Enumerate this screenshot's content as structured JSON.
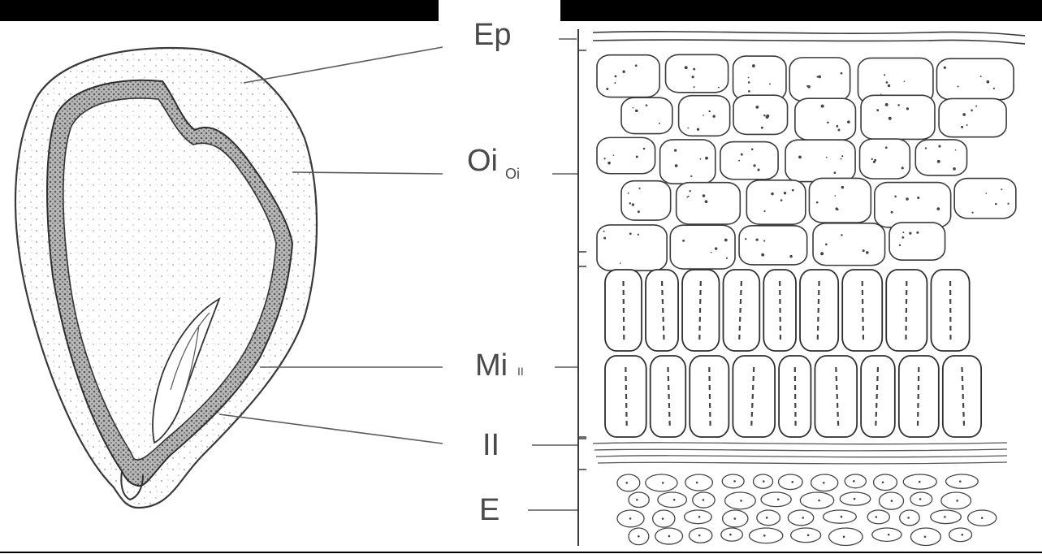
{
  "labels": {
    "ep": {
      "main": "Ep"
    },
    "oi": {
      "main": "Oi",
      "sub": "Oi"
    },
    "mi": {
      "main": "Mi",
      "sub": "II"
    },
    "ii": {
      "main": "II"
    },
    "e": {
      "main": "E"
    }
  },
  "colors": {
    "ink": "#3a3a3a",
    "label": "#4a4a4a",
    "stipple": "#7a7a7a",
    "band": "#8a8a8a",
    "top_bar": "#000000",
    "background": "#ffffff"
  }
}
